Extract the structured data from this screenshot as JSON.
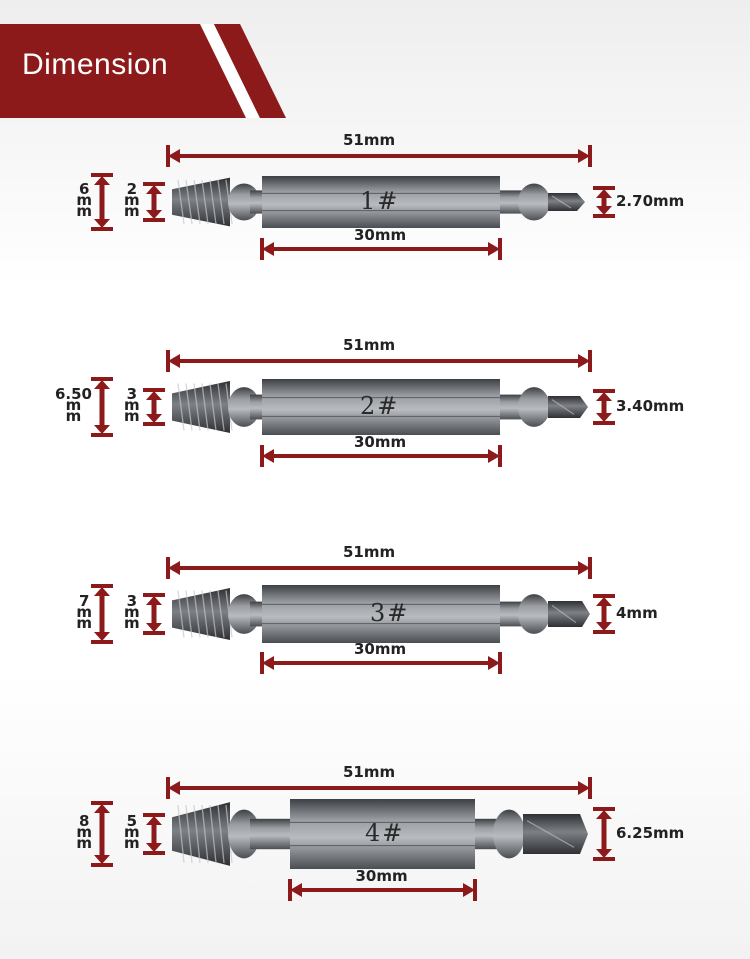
{
  "banner": {
    "title": "Dimension",
    "color": "#8c1a1a"
  },
  "colors": {
    "arrow": "#8c1a1a",
    "steel_dark": "#4a4d52",
    "steel_light": "#9a9da2"
  },
  "bits": [
    {
      "label": "1#",
      "total_length": "51mm",
      "hex_length": "30mm",
      "outer_diameter": [
        "6",
        "m",
        "m"
      ],
      "inner_diameter": [
        "2",
        "m",
        "m"
      ],
      "tip_diameter": "2.70mm"
    },
    {
      "label": "2#",
      "total_length": "51mm",
      "hex_length": "30mm",
      "outer_diameter": [
        "6.50",
        "m",
        "m"
      ],
      "inner_diameter": [
        "3",
        "m",
        "m"
      ],
      "tip_diameter": "3.40mm"
    },
    {
      "label": "3#",
      "total_length": "51mm",
      "hex_length": "30mm",
      "outer_diameter": [
        "7",
        "m",
        "m"
      ],
      "inner_diameter": [
        "3",
        "m",
        "m"
      ],
      "tip_diameter": "4mm"
    },
    {
      "label": "4#",
      "total_length": "51mm",
      "hex_length": "30mm",
      "outer_diameter": [
        "8",
        "m",
        "m"
      ],
      "inner_diameter": [
        "5",
        "m",
        "m"
      ],
      "tip_diameter": "6.25mm"
    }
  ]
}
